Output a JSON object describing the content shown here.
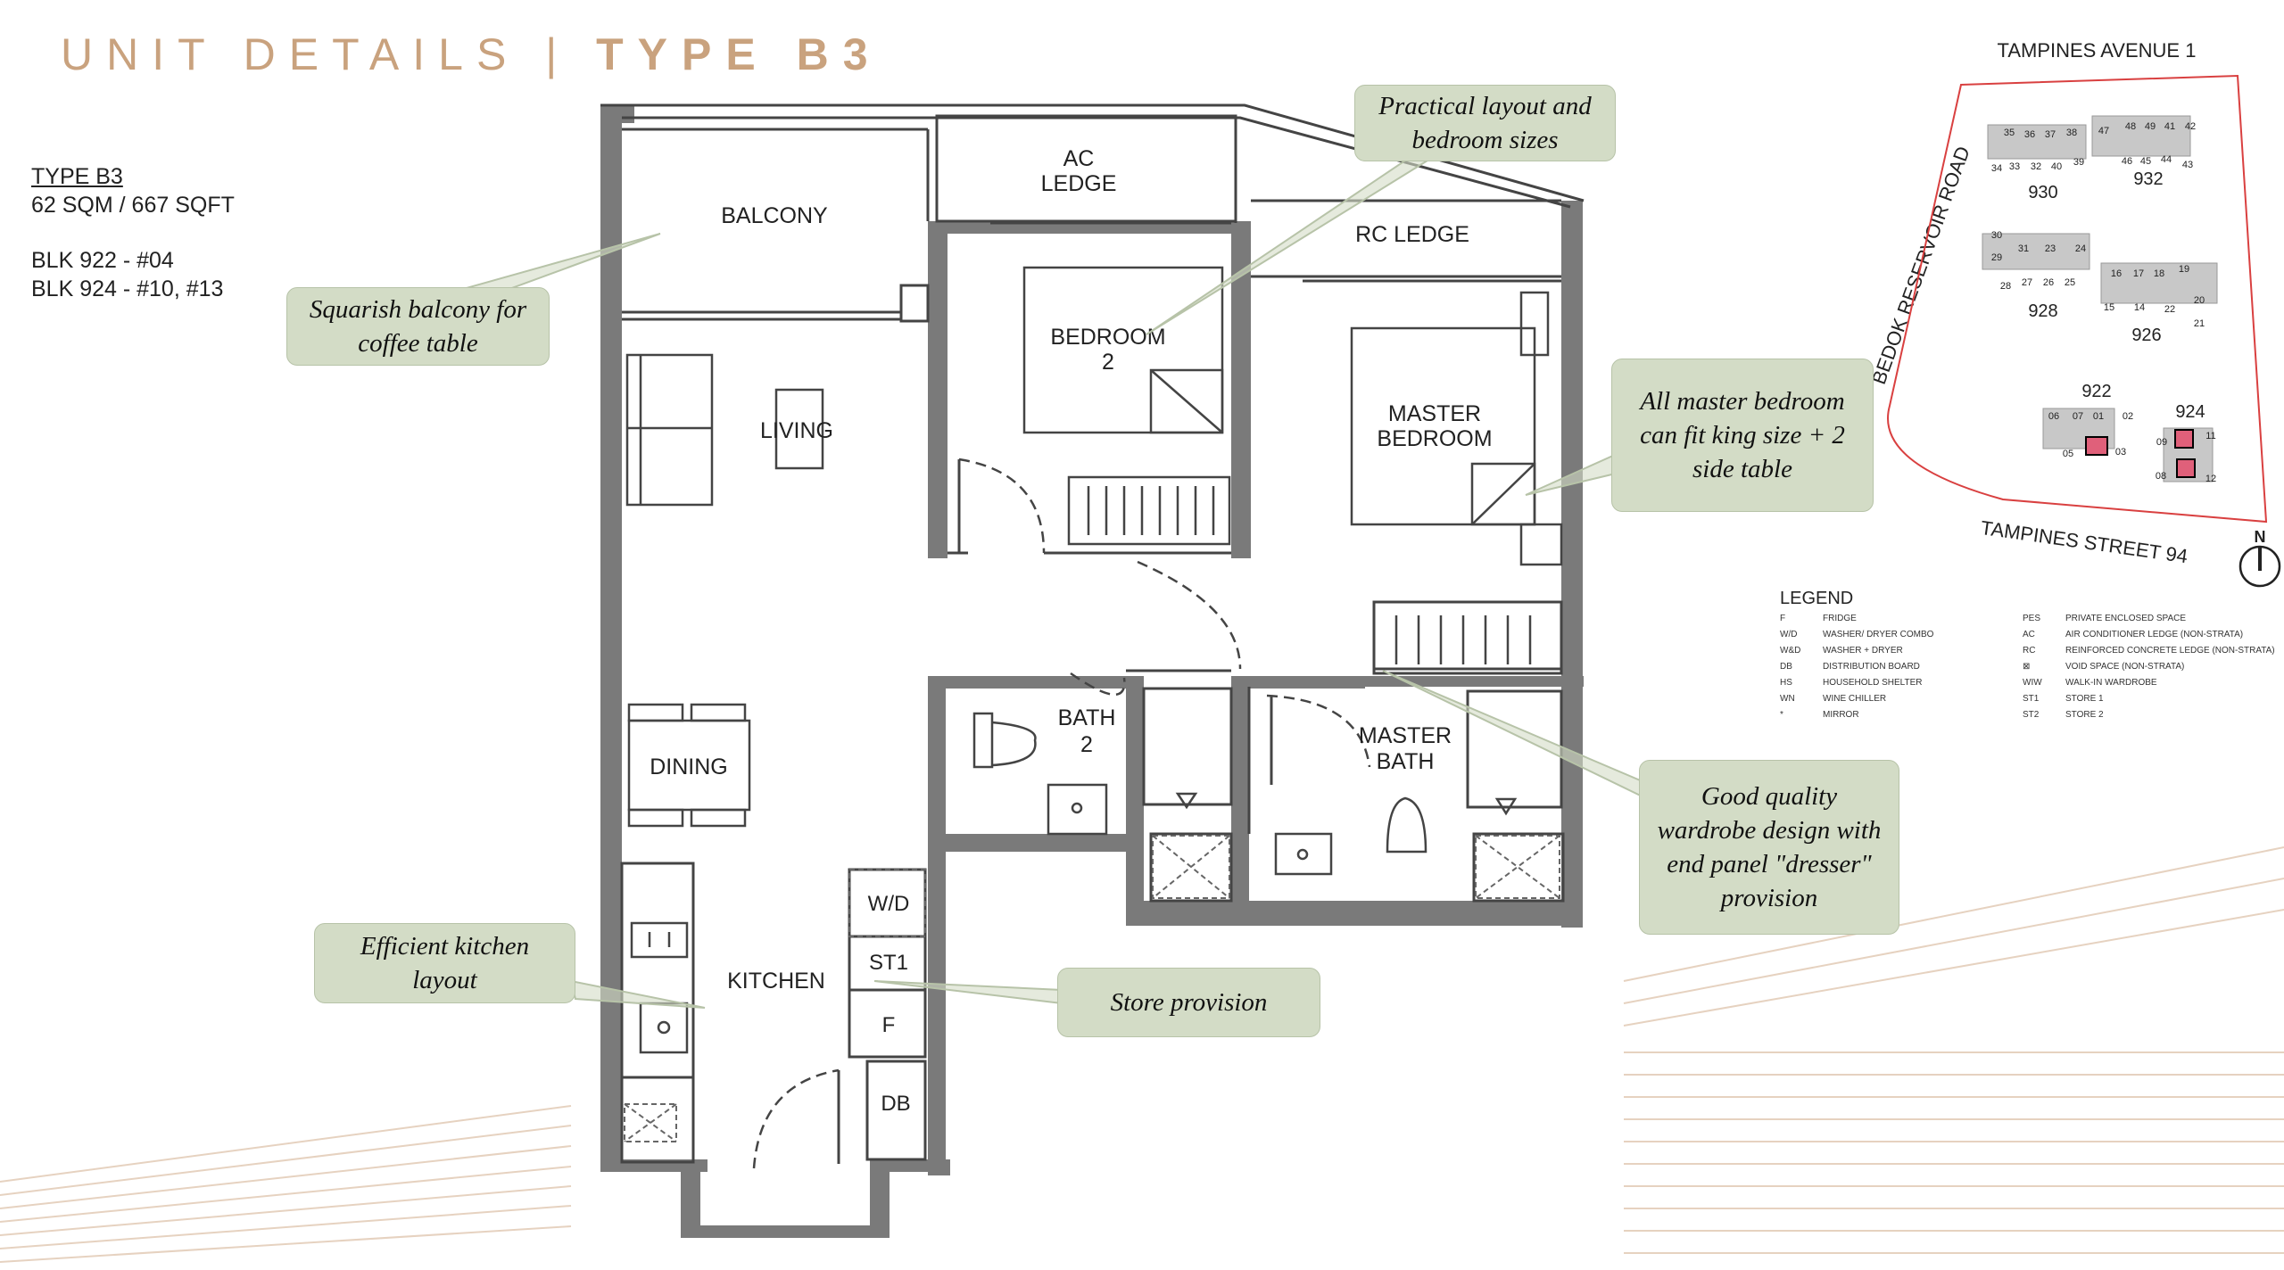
{
  "header": {
    "title": "UNIT DETAILS",
    "separator": "|",
    "type": "TYPE B3"
  },
  "unit": {
    "type": "TYPE B3",
    "size": "62 SQM / 667 SQFT",
    "blocks": [
      "BLK 922 - #04",
      "BLK 924 - #10, #13"
    ]
  },
  "rooms": {
    "balcony": "BALCONY",
    "ac_ledge": [
      "AC",
      "LEDGE"
    ],
    "rc_ledge": "RC LEDGE",
    "bedroom2": [
      "BEDROOM",
      "2"
    ],
    "master_bedroom": [
      "MASTER",
      "BEDROOM"
    ],
    "living": "LIVING",
    "dining": "DINING",
    "kitchen": "KITCHEN",
    "bath2": [
      "BATH",
      "2"
    ],
    "master_bath": [
      "MASTER",
      "BATH"
    ],
    "wd": "W/D",
    "st1": "ST1",
    "f": "F",
    "db": "DB"
  },
  "callouts": {
    "practical": "Practical layout and bedroom sizes",
    "balcony": "Squarish balcony for coffee table",
    "master": "All master bedroom can fit king size + 2 side table",
    "wardrobe": "Good quality wardrobe design with end panel \"dresser\" provision",
    "kitchen": "Efficient kitchen layout",
    "store": "Store provision"
  },
  "site_plan": {
    "road_top": "TAMPINES AVENUE 1",
    "road_left": "BEDOK RESERVOIR ROAD",
    "road_bottom": "TAMPINES STREET 94",
    "north": "N",
    "blocks": [
      "930",
      "932",
      "928",
      "926",
      "922",
      "924"
    ],
    "units": [
      "35",
      "36",
      "37",
      "38",
      "47",
      "48",
      "49",
      "41",
      "42",
      "34",
      "33",
      "32",
      "40",
      "39",
      "46",
      "45",
      "44",
      "43",
      "30",
      "31",
      "23",
      "24",
      "29",
      "28",
      "27",
      "26",
      "25",
      "16",
      "17",
      "18",
      "19",
      "15",
      "14",
      "22",
      "20",
      "21",
      "06",
      "07",
      "01",
      "02",
      "05",
      "03",
      "09",
      "11",
      "08",
      "12"
    ]
  },
  "legend": {
    "title": "LEGEND",
    "left": [
      {
        "code": "F",
        "desc": "FRIDGE"
      },
      {
        "code": "W/D",
        "desc": "WASHER/ DRYER COMBO"
      },
      {
        "code": "W&D",
        "desc": "WASHER + DRYER"
      },
      {
        "code": "DB",
        "desc": "DISTRIBUTION BOARD"
      },
      {
        "code": "HS",
        "desc": "HOUSEHOLD SHELTER"
      },
      {
        "code": "WN",
        "desc": "WINE CHILLER"
      },
      {
        "code": "*",
        "desc": "MIRROR"
      }
    ],
    "right": [
      {
        "code": "PES",
        "desc": "PRIVATE ENCLOSED SPACE"
      },
      {
        "code": "AC",
        "desc": "AIR CONDITIONER LEDGE (NON-STRATA)"
      },
      {
        "code": "RC",
        "desc": "REINFORCED CONCRETE LEDGE (NON-STRATA)"
      },
      {
        "code": "",
        "desc": "VOID SPACE (NON-STRATA)"
      },
      {
        "code": "WIW",
        "desc": "WALK-IN WARDROBE"
      },
      {
        "code": "ST1",
        "desc": "STORE 1"
      },
      {
        "code": "ST2",
        "desc": "STORE 2"
      }
    ]
  },
  "colors": {
    "accent": "#c9a27e",
    "callout_fill": "#d3dcc6",
    "wall": "#777777",
    "site_boundary": "#d94040",
    "unit_highlight": "#e0607a"
  }
}
